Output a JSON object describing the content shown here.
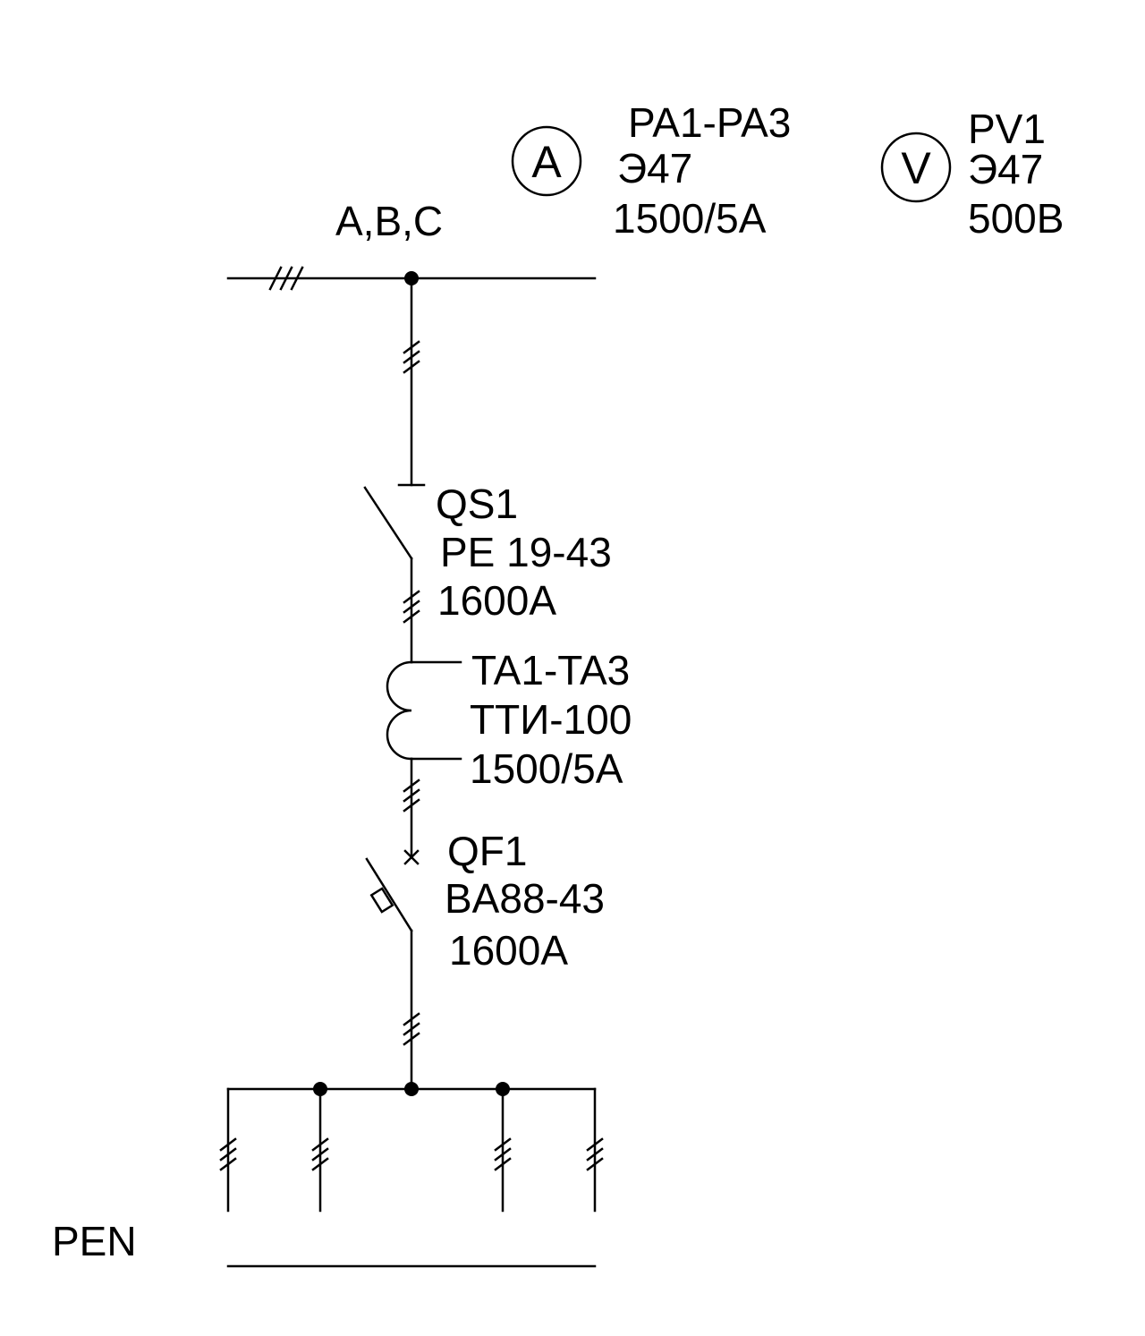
{
  "bus_label": "A,B,C",
  "ammeter": {
    "symbol": "A",
    "lines": [
      "PA1-PA3",
      "Э47",
      "1500/5A"
    ]
  },
  "voltmeter": {
    "symbol": "V",
    "lines": [
      "PV1",
      "Э47",
      "500B"
    ]
  },
  "disconnector": {
    "lines": [
      "QS1",
      "PE 19-43",
      "1600A"
    ]
  },
  "current_transformer": {
    "lines": [
      "TA1-TA3",
      "TTИ-100",
      "1500/5A"
    ]
  },
  "breaker": {
    "lines": [
      "QF1",
      "BA88-43",
      "1600A"
    ]
  },
  "pen_label": "PEN"
}
